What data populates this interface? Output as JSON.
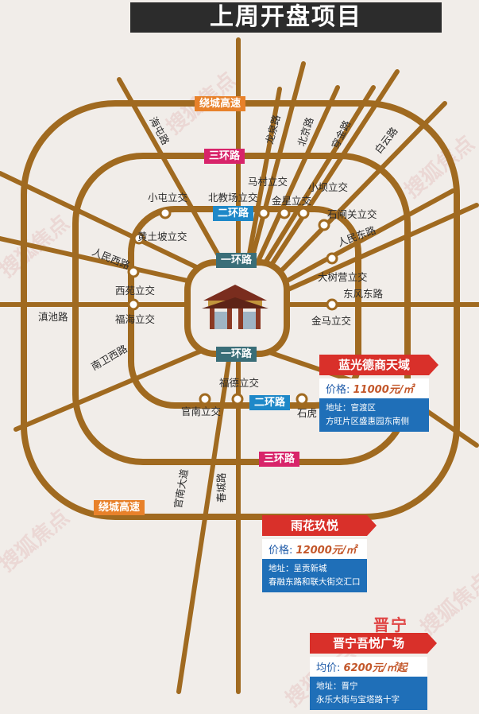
{
  "title": "上周开盘项目",
  "colors": {
    "road": "#a06a20",
    "ring_fill": "#f1ede9",
    "orange": "#e8812a",
    "pink": "#d8246a",
    "blue": "#1e88c8",
    "teal": "#3a6e78",
    "red": "#d9302a"
  },
  "ring_tags": {
    "raocheng_top": "绕城高速",
    "sanhuan_top": "三环路",
    "erhuan_top": "二环路",
    "yihuan_top": "一环路",
    "yihuan_bottom": "一环路",
    "erhuan_bottom": "二环路",
    "sanhuan_bottom": "三环路",
    "raocheng_bottom": "绕城高速"
  },
  "roads": {
    "haitun": "海屯路",
    "longquan": "龙泉路",
    "beijing": "北京路",
    "chuanjin": "穿金路",
    "baiyun": "白云路",
    "renmin_w": "人民西路",
    "renmin_e": "人民东路",
    "dianchi": "滇池路",
    "dongfeng_e": "东风东路",
    "nanwei_w": "南卫西路",
    "guannan": "官南大道",
    "chuncheng": "春城路"
  },
  "interchanges": {
    "xiaotun": "小屯立交",
    "beijiaochang": "北教场立交",
    "macun": "马村立交",
    "jinxing": "金星立交",
    "xiaoba": "小坝立交",
    "shizhaguan": "石闸关立交",
    "huangtupo": "黄土坡立交",
    "xiyuan": "西苑立交",
    "fuhai": "福海立交",
    "dashuying": "大树营立交",
    "jinma": "金马立交",
    "fude": "福德立交",
    "guannan_ic": "官南立交",
    "shihu": "石虎"
  },
  "projects": [
    {
      "name": "蓝光德商天域",
      "price_label": "价格:",
      "price": "11000元/㎡",
      "addr1": "地址：官渡区",
      "addr2": "方旺片区盛惠园东南侧"
    },
    {
      "name": "雨花玖悦",
      "price_label": "价格:",
      "price": "12000元/㎡",
      "addr1": "地址：呈贡新城",
      "addr2": "春融东路和联大街交汇口"
    },
    {
      "name": "晋宁吾悦广场",
      "price_label": "均价:",
      "price": "6200元/㎡起",
      "addr1": "地址：晋宁",
      "addr2": "永乐大街与宝塔路十字"
    }
  ],
  "district_label": "晋宁",
  "watermark": "搜狐焦点"
}
